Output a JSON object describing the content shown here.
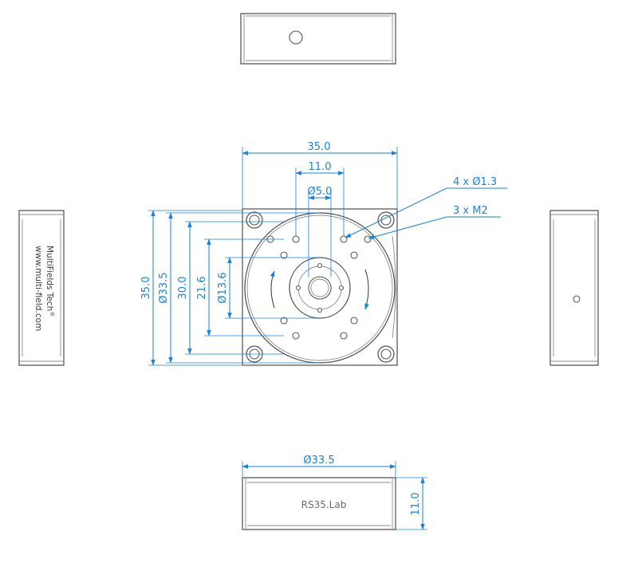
{
  "dimensions": {
    "width_top": "35.0",
    "bolt_spacing": "11.0",
    "center_bore": "Ø5.0",
    "mount_holes_callout": "4 x Ø1.3",
    "thread_callout": "3 x M2",
    "height_left": "35.0",
    "outer_diameter": "Ø33.5",
    "height_30": "30.0",
    "height_21": "21.6",
    "hub_diameter": "Ø13.6",
    "bottom_diameter": "Ø33.5",
    "thickness": "11.0"
  },
  "labels": {
    "brand_line1": "MultiFields Tech",
    "brand_mark": "®",
    "brand_line2": "www.multi-field.com",
    "model": "RS35.Lab"
  },
  "colors": {
    "dimension": "#1a82d8",
    "outline": "#4d4d4d"
  }
}
